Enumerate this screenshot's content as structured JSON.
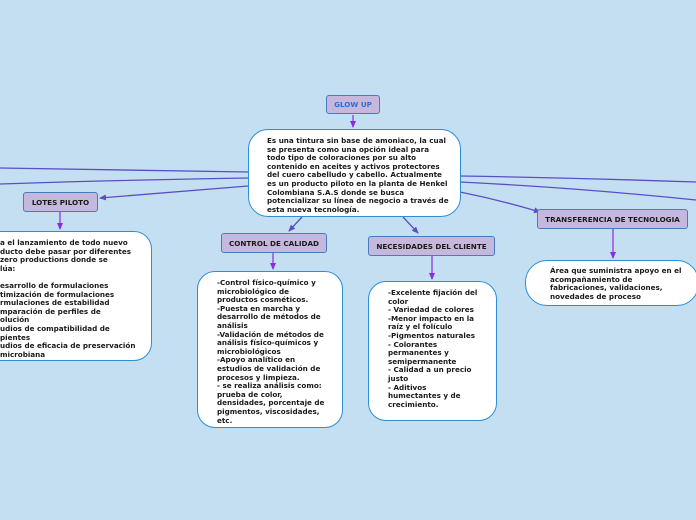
{
  "colors": {
    "background": "#c5dff2",
    "topic_fill": "#c6b8dd",
    "topic_border": "#4a7bc0",
    "connector": "#6a57c8",
    "arrow": "#8a2be2",
    "note_border": "#2b8fd6"
  },
  "nodes": {
    "root": "GLOW UP",
    "central_note": "Es una tintura sin base de amoniaco, la cual\nse presenta como una opción ideal para\ntodo tipo de coloraciones por su alto\ncontenido en aceites y activos protectores\ndel cuero cabelludo y cabello. Actualmente\nes un producto piloto en la planta de Henkel\nColombiana S.A.S donde se busca\npotencializar su línea de negocio a través de\nesta nueva tecnología.",
    "lotes_piloto": "LOTES PILOTO",
    "lotes_note": "a el lanzamiento de todo nuevo\nducto debe pasar por diferentes\nzero productions donde se\nlúa:\n\nesarrollo de formulaciones\ntimización de formulaciones\nrmulaciones de estabilidad\nmparación de perfiles de\nolución\nudios de compatibilidad de\npientes\nudios de eficacia de preservación\nmicrobiana",
    "control_calidad": "CONTROL DE CALIDAD",
    "control_note": "-Control físico-químico y\nmicrobiológico de\nproductos cosméticos.\n-Puesta en marcha y\ndesarrollo de métodos de\nanálisis\n-Validación de métodos de\nanálisis físico-químicos y\nmicrobiológicos\n-Apoyo analítico en\nestudios de validación de\nprocesos y limpieza.\n- se realiza análisis como:\nprueba de color,\ndensidades, porcentaje de\npigmentos, viscosidades,\netc.",
    "necesidades_cliente": "NECESIDADES DEL CLIENTE",
    "necesidades_note": "-Excelente fijación del\ncolor\n- Variedad de colores\n-Menor impacto en la\nraíz y el folículo\n-Pigmentos naturales\n- Colorantes\npermanentes y\nsemipermanente\n- Calidad a un precio\njusto\n- Aditivos\nhumectantes y de\ncrecimiento.",
    "transferencia": "TRANSFERENCIA DE TECNOLOGIA",
    "transferencia_note": "Área que suministra apoyo en el\nacompañamiento de\nfabricaciones, validaciones,\nnovedades de proceso"
  }
}
